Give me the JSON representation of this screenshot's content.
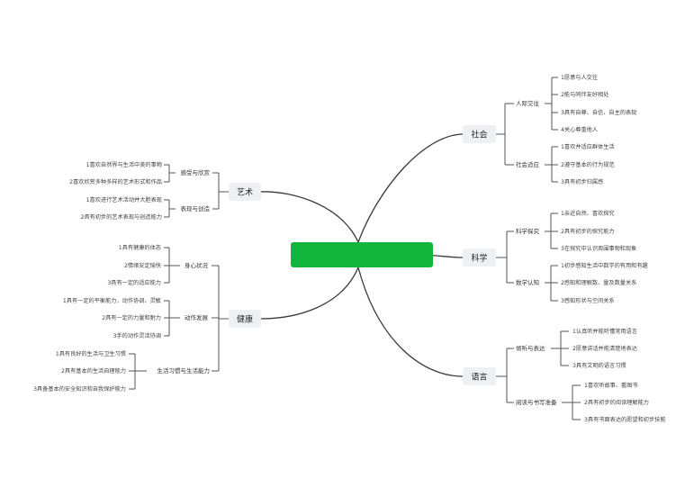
{
  "root": {
    "label": "",
    "color": "#13b53c"
  },
  "line_color": "#3a3a3a",
  "branch_bg": "#eef1f4",
  "branches": {
    "shehui": {
      "label": "社会",
      "subs": [
        {
          "label": "人际交往",
          "leaves": [
            "1愿意与人交往",
            "2能与同伴友好相处",
            "3具有自尊、自信、自主的表现",
            "4关心尊重他人"
          ]
        },
        {
          "label": "社会适应",
          "leaves": [
            "1喜欢并适应群体生活",
            "2遵守基本的行为规范",
            "3具有初步归属感"
          ]
        }
      ]
    },
    "kexue": {
      "label": "科学",
      "subs": [
        {
          "label": "科学探究",
          "leaves": [
            "1亲近自然、喜欢探究",
            "2具有初步的探究能力",
            "3在探究中认识周围事物和现象"
          ]
        },
        {
          "label": "数学认知",
          "leaves": [
            "1初步感知生活中数学的有用和有趣",
            "2感知和理解数、量及数量关系",
            "3感知形状与空间关系"
          ]
        }
      ]
    },
    "yuyan": {
      "label": "语言",
      "subs": [
        {
          "label": "倾听与表达",
          "leaves": [
            "1认真听并能听懂常用语言",
            "2愿意讲话并能清楚地表达",
            "3具有文明的语言习惯"
          ]
        },
        {
          "label": "阅读与书写准备",
          "leaves": [
            "1喜欢听故事、看图书",
            "2具有初步的阅读理解能力",
            "3具有书面表达的愿望和初步技能"
          ]
        }
      ]
    },
    "yishu": {
      "label": "艺术",
      "subs": [
        {
          "label": "感受与欣赏",
          "leaves": [
            "1喜欢自然界与生活中美的事物",
            "2喜欢欣赏多种多样的艺术形式和作品"
          ]
        },
        {
          "label": "表现与创造",
          "leaves": [
            "1喜欢进行艺术活动并大胆表现",
            "2具有初步的艺术表现与创造能力"
          ]
        }
      ]
    },
    "jiankang": {
      "label": "健康",
      "subs": [
        {
          "label": "身心状况",
          "leaves": [
            "1具有健康的体态",
            "2情绪安定愉快",
            "3具有一定的适应能力"
          ]
        },
        {
          "label": "动作发展",
          "leaves": [
            "1具有一定的平衡能力，动作协调、灵敏",
            "2具有一定的力量和耐力",
            "3手的动作灵活协调"
          ]
        },
        {
          "label": "生活习惯与生活能力",
          "leaves": [
            "1具有良好的生活与卫生习惯",
            "2具有基本的生活自理能力",
            "3具备基本的安全知识和自我保护能力"
          ]
        }
      ]
    }
  }
}
